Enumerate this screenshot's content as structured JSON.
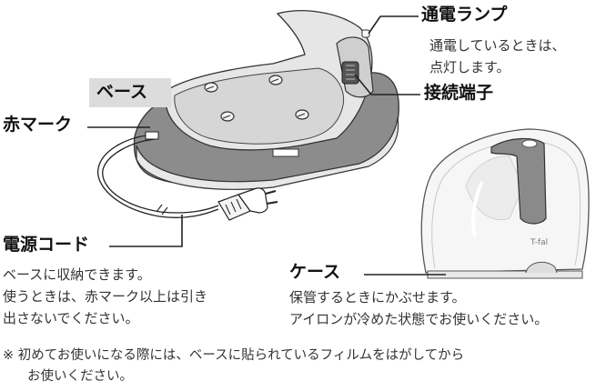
{
  "labels": {
    "lamp": "通電ランプ",
    "lamp_desc": [
      "通電しているときは、",
      "点灯します。"
    ],
    "connector": "接続端子",
    "base": "ベース",
    "red_mark": "赤マーク",
    "cord": "電源コード",
    "cord_desc": [
      "ベースに収納できます。",
      "使うときは、赤マーク以上は引き",
      "出さないでください。"
    ],
    "case": "ケース",
    "case_desc": [
      "保管するときにかぶせます。",
      "アイロンが冷めた状態でお使いください。"
    ]
  },
  "case_logo": "T-fal",
  "footnote": [
    "※ 初めてお使いになる際には、ベースに貼られているフィルムをはがしてから",
    "お使いください。"
  ],
  "colors": {
    "base_dark": "#8c8c8c",
    "base_light": "#e6e6e6",
    "case_fill": "#f5f5f5",
    "strap": "#8a8a8a",
    "label_bg": "#dcdcdc"
  }
}
